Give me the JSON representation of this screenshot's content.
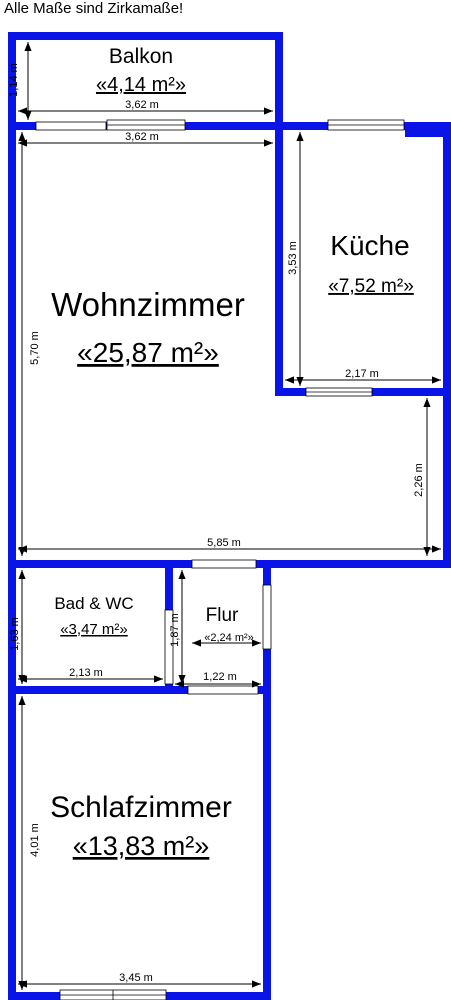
{
  "note": "Alle Maße sind Zirkamaße!",
  "colors": {
    "wall": "#0a14e6",
    "line": "#000000",
    "window_fill": "#ffffff"
  },
  "rooms": {
    "balkon": {
      "name": "Balkon",
      "area": "«4,14 m²»"
    },
    "kueche": {
      "name": "Küche",
      "area": "«7,52 m²»"
    },
    "wohnzimmer": {
      "name": "Wohnzimmer",
      "area": "«25,87 m²»"
    },
    "bad": {
      "name": "Bad & WC",
      "area": "«3,47 m²»"
    },
    "flur": {
      "name": "Flur",
      "area": "«2,24 m²»"
    },
    "schlafzimmer": {
      "name": "Schlafzimmer",
      "area": "«13,83 m²»"
    }
  },
  "dimensions": {
    "balkon_height": "1,14 m",
    "balkon_width": "3,62 m",
    "wohn_width_top": "3,62 m",
    "kueche_height": "3,53 m",
    "wohn_height": "5,70 m",
    "kueche_width": "2,17 m",
    "wohn_step": "2,26 m",
    "wohn_width_total": "5,85 m",
    "bad_height": "1,63 m",
    "flur_height": "1,87 m",
    "bad_width": "2,13 m",
    "flur_width": "1,22 m",
    "schlaf_height": "4,01 m",
    "schlaf_width": "3,45 m"
  }
}
